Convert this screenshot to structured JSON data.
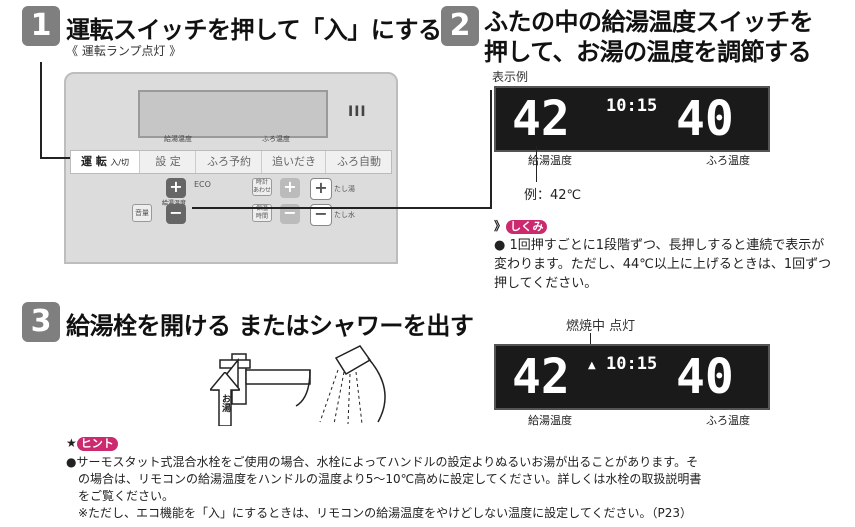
{
  "step1": {
    "number": "1",
    "title": "運転スイッチを押して「入」にする",
    "subtitle": "《 運転ランプ点灯 》"
  },
  "step2": {
    "number": "2",
    "title_line1": "ふたの中の給湯温度スイッチを",
    "title_line2": "押して、お湯の温度を調節する"
  },
  "step3": {
    "number": "3",
    "title": "給湯栓を開ける またはシャワーを出す"
  },
  "remote": {
    "bars": "III",
    "lcd_label_left": "給湯温度",
    "lcd_label_right": "ふろ温度",
    "run_label": "運 転",
    "run_sub": "入/切",
    "buttons": [
      "設 定",
      "ふろ予約",
      "追いだき",
      "ふろ自動"
    ],
    "volume": "音量",
    "temp_label": "給湯温度",
    "eco": "ECO",
    "timer_btn": "時計\nあわせ",
    "keep_btn": "保温\n時間",
    "plus_label": "たし湯",
    "minus_label": "たし水"
  },
  "display_example": {
    "heading": "表示例",
    "left_temp": "42",
    "time": "10:15",
    "right_temp": "40",
    "left_label": "給湯温度",
    "right_label": "ふろ温度",
    "example": "例：42℃"
  },
  "shikumi": {
    "tag": "しくみ",
    "text": "1回押すごとに1段階ずつ、長押しすると連続で表示が変わります。ただし、44℃以上に上げるときは、1回ずつ押してください。"
  },
  "display_burning": {
    "label": "燃焼中 点灯",
    "left_temp": "42",
    "time": "10:15",
    "right_temp": "40",
    "left_label": "給湯温度",
    "right_label": "ふろ温度"
  },
  "faucet_label": "お湯",
  "hint": {
    "tag": "ヒント",
    "line1": "サーモスタット式混合水栓をご使用の場合、水栓によってハンドルの設定よりぬるいお湯が出ることがあります。そ",
    "line2": "の場合は、リモコンの給湯温度をハンドルの温度より5～10℃高めに設定してください。詳しくは水栓の取扱説明書",
    "line3": "をご覧ください。",
    "note": "※ただし、エコ機能を「入」にするときは、リモコンの給湯温度をやけどしない温度に設定してください。（P23）"
  }
}
